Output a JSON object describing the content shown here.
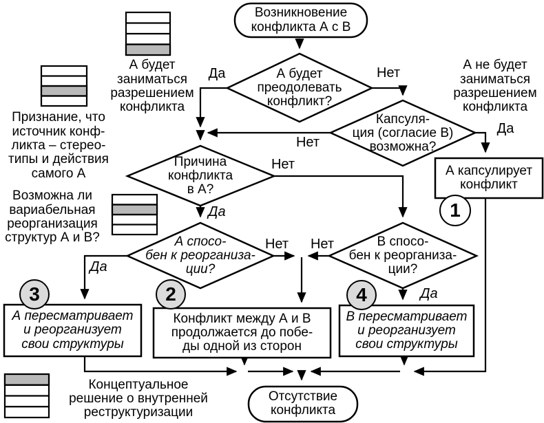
{
  "diagram_title": "Flowchart: emergence and resolution of conflict between A and B",
  "nodes": {
    "start": {
      "type": "terminator",
      "lines": [
        "Возникновение",
        "конфликта А с В"
      ]
    },
    "q_overcome": {
      "type": "decision",
      "lines": [
        "А будет",
        "преодолевать",
        "конфликт?"
      ]
    },
    "q_encapsulation": {
      "type": "decision",
      "lines": [
        "Капсуля-",
        "ция (согласие В)",
        "возможна?"
      ]
    },
    "q_cause_in_a": {
      "type": "decision",
      "lines": [
        "Причина",
        "конфликта",
        "в А?"
      ]
    },
    "q_a_capable": {
      "type": "decision",
      "italic": true,
      "lines": [
        "А спосо-",
        "бен к реорганиза-",
        "ции?"
      ]
    },
    "q_b_capable": {
      "type": "decision",
      "lines": [
        "В спосо-",
        "бен к реорганиза-",
        "ции?"
      ]
    },
    "box_a_encapsulates": {
      "type": "process",
      "lines": [
        "А капсулирует",
        "конфликт"
      ]
    },
    "box_a_reorganizes": {
      "type": "process",
      "italic": true,
      "lines": [
        "А пересматривает",
        "и реорганизует",
        "свои структуры"
      ]
    },
    "box_conflict_continues": {
      "type": "process",
      "lines": [
        "Конфликт между А и В",
        "продолжается до побе-",
        "ды одной из сторон"
      ]
    },
    "box_b_reorganizes": {
      "type": "process",
      "italic": true,
      "lines": [
        "В пересматривает",
        "и реорганизует",
        "свои структуры"
      ]
    },
    "end": {
      "type": "terminator",
      "lines": [
        "Отсутствие",
        "конфликта"
      ]
    }
  },
  "annotations": {
    "a_will_resolve": {
      "lines": [
        "А будет",
        "заниматься",
        "разрешением",
        "конфликта"
      ]
    },
    "recognition": {
      "lines": [
        "Признание, что",
        "источник конф-",
        "ликта – стерео-",
        "типы и действия",
        "самого А"
      ]
    },
    "variable_reorg": {
      "lines": [
        "Возможна ли",
        "вариабельная",
        "реорганизация",
        "структур А и В?"
      ]
    },
    "a_will_not_resolve": {
      "lines": [
        "А не будет",
        "заниматься",
        "разрешением",
        "конфликта"
      ]
    },
    "conceptual": {
      "lines": [
        "Концептуальное",
        "решение о внутренней",
        "реструктуризации"
      ]
    }
  },
  "edge_labels": {
    "overcome_yes": "Да",
    "overcome_no": "Нет",
    "encapsulation_yes": "Да",
    "encapsulation_no": "Нет",
    "cause_no": "Нет",
    "cause_yes": "Да",
    "a_capable_yes": "Да",
    "a_capable_no": "Нет",
    "b_capable_no": "Нет",
    "b_capable_yes": "Да",
    "italic_labels": [
      "cause_yes",
      "a_capable_yes",
      "b_capable_yes"
    ]
  },
  "badges": {
    "one": "1",
    "two": "2",
    "three": "3",
    "four": "4"
  },
  "stripe_icons": {
    "top": {
      "rows": [
        "white",
        "white",
        "white",
        "gray"
      ]
    },
    "recognition": {
      "rows": [
        "white",
        "white",
        "gray",
        "white"
      ]
    },
    "variable_reorg": {
      "rows": [
        "white",
        "gray",
        "white",
        "white"
      ]
    },
    "conceptual": {
      "rows": [
        "gray",
        "white",
        "white",
        "white"
      ]
    }
  },
  "colors": {
    "line": "#000000",
    "background": "#ffffff",
    "stripe_gray": "#b9b9b9",
    "badge_gray": "#dbdbdb",
    "badge_white": "#ffffff"
  }
}
